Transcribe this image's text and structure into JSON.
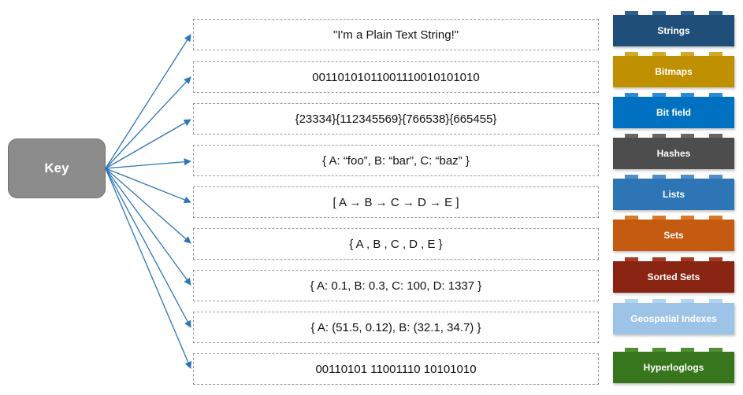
{
  "key": {
    "label": "Key"
  },
  "values": [
    "\"I'm a Plain Text String!\"",
    "00110101011001110010101010",
    "{23334}{112345569}{766538}{665455}",
    "{ A: “foo”, B: “bar”, C: “baz”  }",
    "[ A → B → C → D → E ]",
    "{  A , B , C , D , E  }",
    "{ A: 0.1, B: 0.3, C: 100, D: 1337 }",
    "{ A: (51.5, 0.12), B: (32.1, 34.7)  }",
    "00110101 11001110 10101010"
  ],
  "types": [
    {
      "label": "Strings",
      "color": "#1f4e79",
      "stud": "#2e5f8f"
    },
    {
      "label": "Bitmaps",
      "color": "#bf9000",
      "stud": "#d4a82a"
    },
    {
      "label": "Bit field",
      "color": "#0070c0",
      "stud": "#2f8ad4"
    },
    {
      "label": "Hashes",
      "color": "#4d4d4d",
      "stud": "#666666"
    },
    {
      "label": "Lists",
      "color": "#2e75b6",
      "stud": "#4f8ec9"
    },
    {
      "label": "Sets",
      "color": "#c55a11",
      "stud": "#d9772f"
    },
    {
      "label": "Sorted Sets",
      "color": "#8b2513",
      "stud": "#a63a26"
    },
    {
      "label": "Geospatial Indexes",
      "color": "#9dc3e6",
      "stud": "#b4d3ee"
    },
    {
      "label": "Hyperloglogs",
      "color": "#38761d",
      "stud": "#4f8f32"
    }
  ],
  "arrow_color": "#2e75b6"
}
